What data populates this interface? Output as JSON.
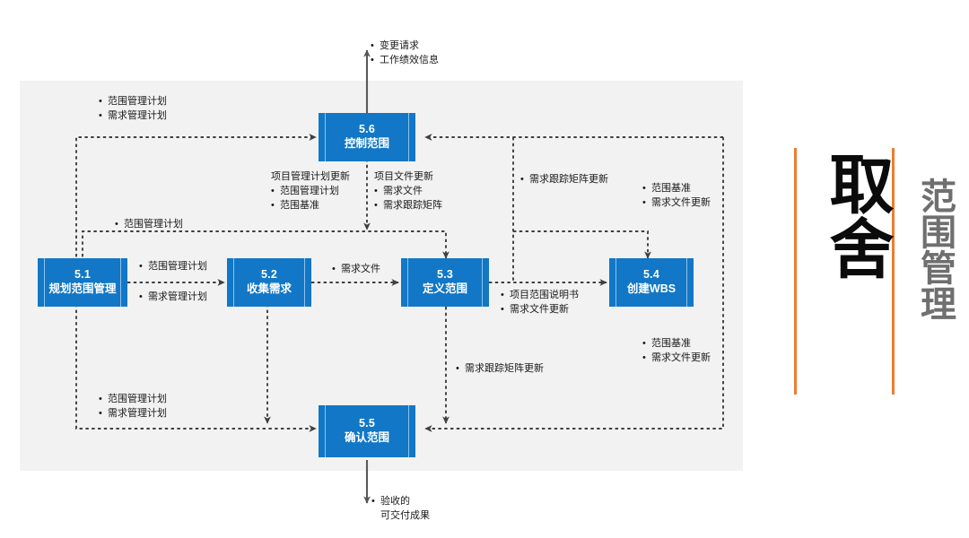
{
  "diagram": {
    "title_vertical": "取舍",
    "subtitle_vertical": "范围管理",
    "accent_color": "#ED7D31",
    "box_color": "#1277C6",
    "panel_color": "#F2F2F2",
    "processes": [
      {
        "id": "5.1",
        "number": "5.1",
        "name": "规划范围管理"
      },
      {
        "id": "5.2",
        "number": "5.2",
        "name": "收集需求"
      },
      {
        "id": "5.3",
        "number": "5.3",
        "name": "定义范围"
      },
      {
        "id": "5.4",
        "number": "5.4",
        "name": "创建WBS"
      },
      {
        "id": "5.5",
        "number": "5.5",
        "name": "确认范围"
      },
      {
        "id": "5.6",
        "number": "5.6",
        "name": "控制范围"
      }
    ],
    "labels": {
      "top_output_1": "变更请求",
      "top_output_2": "工作绩效信息",
      "topleft_1": "范围管理计划",
      "topleft_2": "需求管理计划",
      "pm_plan_update_header": "项目管理计划更新",
      "pm_plan_update_1": "范围管理计划",
      "pm_plan_update_2": "范围基准",
      "doc_update_header": "项目文件更新",
      "doc_update_1": "需求文件",
      "doc_update_2": "需求跟踪矩阵",
      "rtm_update_upper": "需求跟踪矩阵更新",
      "baseline_upper_1": "范围基准",
      "baseline_upper_2": "需求文件更新",
      "scope_plan_mid": "范围管理计划",
      "p51_to_p52_1": "范围管理计划",
      "p51_to_p52_2": "需求管理计划",
      "p52_to_p53": "需求文件",
      "p53_to_p54_1": "项目范围说明书",
      "p53_to_p54_2": "需求文件更新",
      "rtm_update_lower": "需求跟踪矩阵更新",
      "baseline_lower_1": "范围基准",
      "baseline_lower_2": "需求文件更新",
      "bottomleft_1": "范围管理计划",
      "bottomleft_2": "需求管理计划",
      "bottom_output_1": "验收的",
      "bottom_output_2": "可交付成果"
    }
  }
}
